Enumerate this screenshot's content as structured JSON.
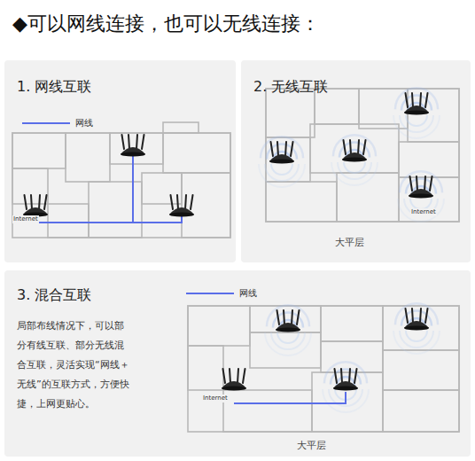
{
  "diagram": {
    "title": "◆可以网线连接，也可以无线连接：",
    "nodes": [
      {
        "text": [
          "1. 网线互联"
        ]
      },
      {
        "text": [
          "2. 无线互联",
          "大平层"
        ]
      },
      {
        "text": [
          "3. 混合互联",
          "局部布线情况下，可以部分有线互联、部分无线混合互联，灵活实现“网线＋无线”的互联方式，方便快捷，上网更贴心。",
          "大平层"
        ]
      }
    ],
    "labels": [
      "Internet",
      "Internet",
      "Internet"
    ],
    "legend": [
      {
        "text": "网线"
      },
      {
        "text": "网线"
      }
    ]
  }
}
